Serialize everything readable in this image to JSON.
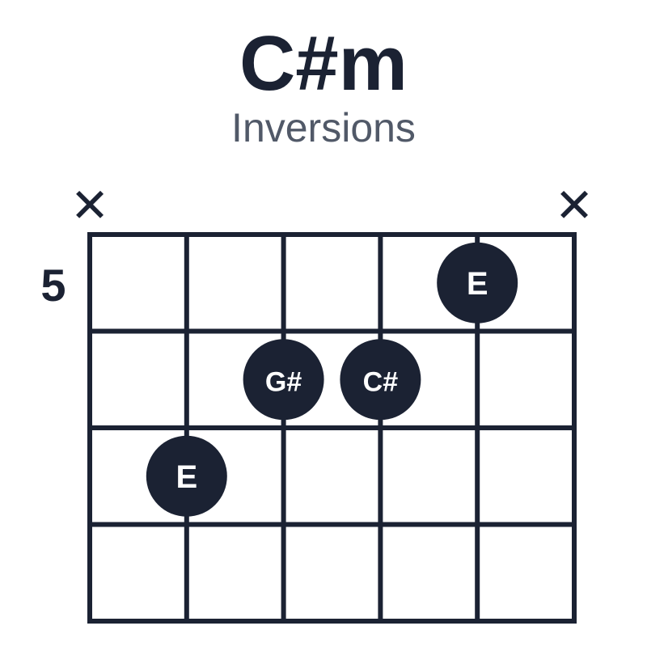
{
  "chord": {
    "name": "C#m",
    "subtitle": "Inversions",
    "start_fret": "5",
    "strings": 6,
    "frets": 4,
    "string_states": [
      "muted",
      "fretted",
      "fretted",
      "fretted",
      "fretted",
      "muted"
    ],
    "muted_symbol": "✕",
    "notes": [
      {
        "string": 2,
        "fret": 3,
        "label": "E"
      },
      {
        "string": 3,
        "fret": 2,
        "label": "G#"
      },
      {
        "string": 4,
        "fret": 2,
        "label": "C#"
      },
      {
        "string": 5,
        "fret": 1,
        "label": "E"
      }
    ]
  },
  "colors": {
    "ink": "#1b2233",
    "subtitle": "#515968",
    "dot_text": "#ffffff",
    "background": "#ffffff"
  }
}
